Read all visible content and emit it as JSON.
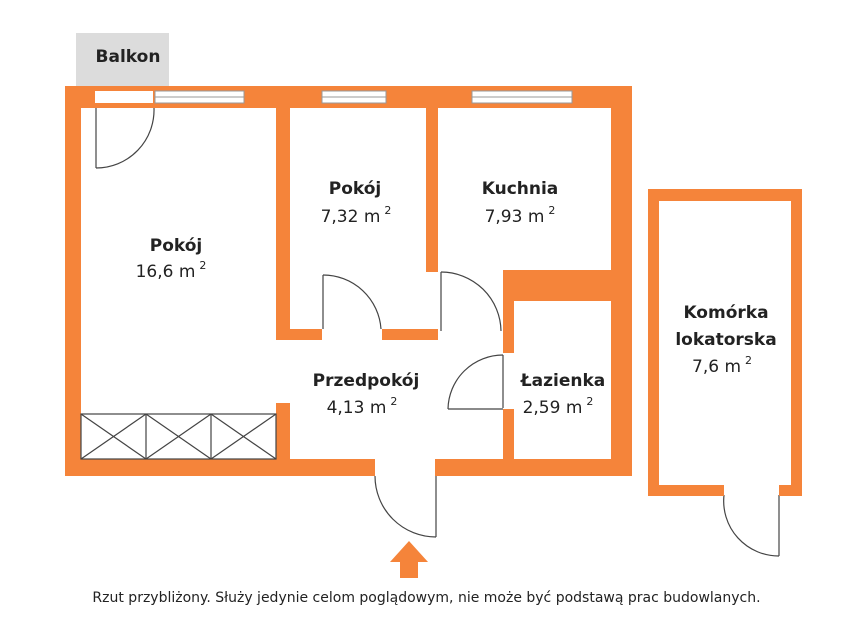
{
  "colors": {
    "wall": "#F5843A",
    "balcony": "#DCDCDC",
    "window": "#FFFFFF",
    "ink": "#444444"
  },
  "balcony": {
    "label": "Balkon"
  },
  "rooms": {
    "pokoj_large": {
      "name": "Pokój",
      "area": "16,6 m",
      "sup": "2"
    },
    "pokoj_small": {
      "name": "Pokój",
      "area": "7,32 m",
      "sup": "2"
    },
    "kuchnia": {
      "name": "Kuchnia",
      "area": "7,93 m",
      "sup": "2"
    },
    "przedpokoj": {
      "name": "Przedpokój",
      "area": "4,13 m",
      "sup": "2"
    },
    "lazienka": {
      "name": "Łazienka",
      "area": "2,59 m",
      "sup": "2"
    },
    "komorka": {
      "name_line1": "Komórka",
      "name_line2": "lokatorska",
      "area": "7,6 m",
      "sup": "2"
    }
  },
  "entrance": {
    "icon": "arrow-up-icon"
  },
  "caption": "Rzut przybliżony. Służy jedynie celom poglądowym, nie może być podstawą prac budowlanych."
}
